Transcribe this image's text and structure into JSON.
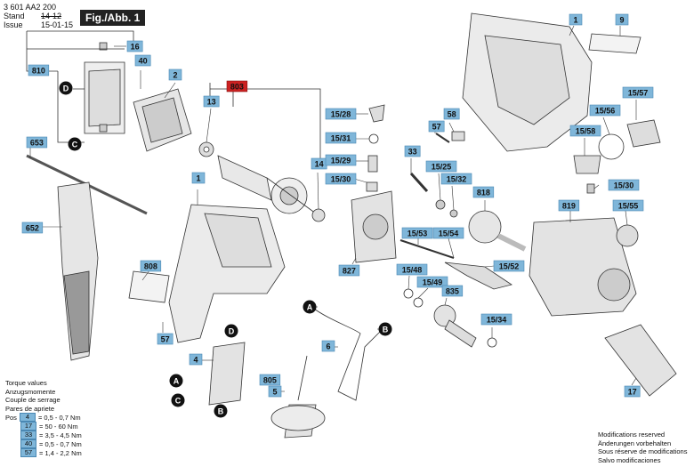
{
  "header": {
    "doc_number": "3 601 AA2 200",
    "stand_label": "Stand",
    "stand_value": "14-12",
    "issue_label": "Issue",
    "issue_value": "15-01-15",
    "fig_label": "Fig./Abb. 1"
  },
  "colors": {
    "label_fill": "#7fb6d9",
    "label_stroke": "#4a88b3",
    "highlight_fill": "#cc2222"
  },
  "part_labels": [
    {
      "text": "16"
    },
    {
      "text": "810"
    },
    {
      "text": "40"
    },
    {
      "text": "2"
    },
    {
      "text": "803",
      "highlight": true
    },
    {
      "text": "13"
    },
    {
      "text": "14"
    },
    {
      "text": "653"
    },
    {
      "text": "652"
    },
    {
      "text": "1"
    },
    {
      "text": "808"
    },
    {
      "text": "57"
    },
    {
      "text": "4"
    },
    {
      "text": "805"
    },
    {
      "text": "5"
    },
    {
      "text": "6"
    },
    {
      "text": "15/28"
    },
    {
      "text": "15/31"
    },
    {
      "text": "15/29"
    },
    {
      "text": "15/30"
    },
    {
      "text": "827"
    },
    {
      "text": "33"
    },
    {
      "text": "58"
    },
    {
      "text": "57"
    },
    {
      "text": "15/25"
    },
    {
      "text": "15/32"
    },
    {
      "text": "818"
    },
    {
      "text": "15/53"
    },
    {
      "text": "15/54"
    },
    {
      "text": "15/52"
    },
    {
      "text": "15/48"
    },
    {
      "text": "15/49"
    },
    {
      "text": "835"
    },
    {
      "text": "15/34"
    },
    {
      "text": "1"
    },
    {
      "text": "9"
    },
    {
      "text": "15/57"
    },
    {
      "text": "15/56"
    },
    {
      "text": "15/58"
    },
    {
      "text": "15/30"
    },
    {
      "text": "819"
    },
    {
      "text": "15/55"
    },
    {
      "text": "17"
    }
  ],
  "connector_markers": [
    "D",
    "C",
    "A",
    "B",
    "D",
    "A",
    "C",
    "B"
  ],
  "torque": {
    "lines": [
      "Torque values",
      "Anzugsmomente",
      "Couple de serrage",
      "Pares de apriete"
    ],
    "pos_label": "Pos",
    "rows": [
      {
        "pos": "4",
        "value": "= 0,5 - 0,7 Nm"
      },
      {
        "pos": "17",
        "value": "= 50 - 60 Nm"
      },
      {
        "pos": "33",
        "value": "= 3,5 - 4,5 Nm"
      },
      {
        "pos": "40",
        "value": "= 0,5 - 0,7 Nm"
      },
      {
        "pos": "57",
        "value": "= 1,4 - 2,2 Nm"
      }
    ]
  },
  "modifications": [
    "Modifications reserved",
    "Änderungen vorbehalten",
    "Sous réserve de modifications",
    "Salvo modificaciones"
  ]
}
